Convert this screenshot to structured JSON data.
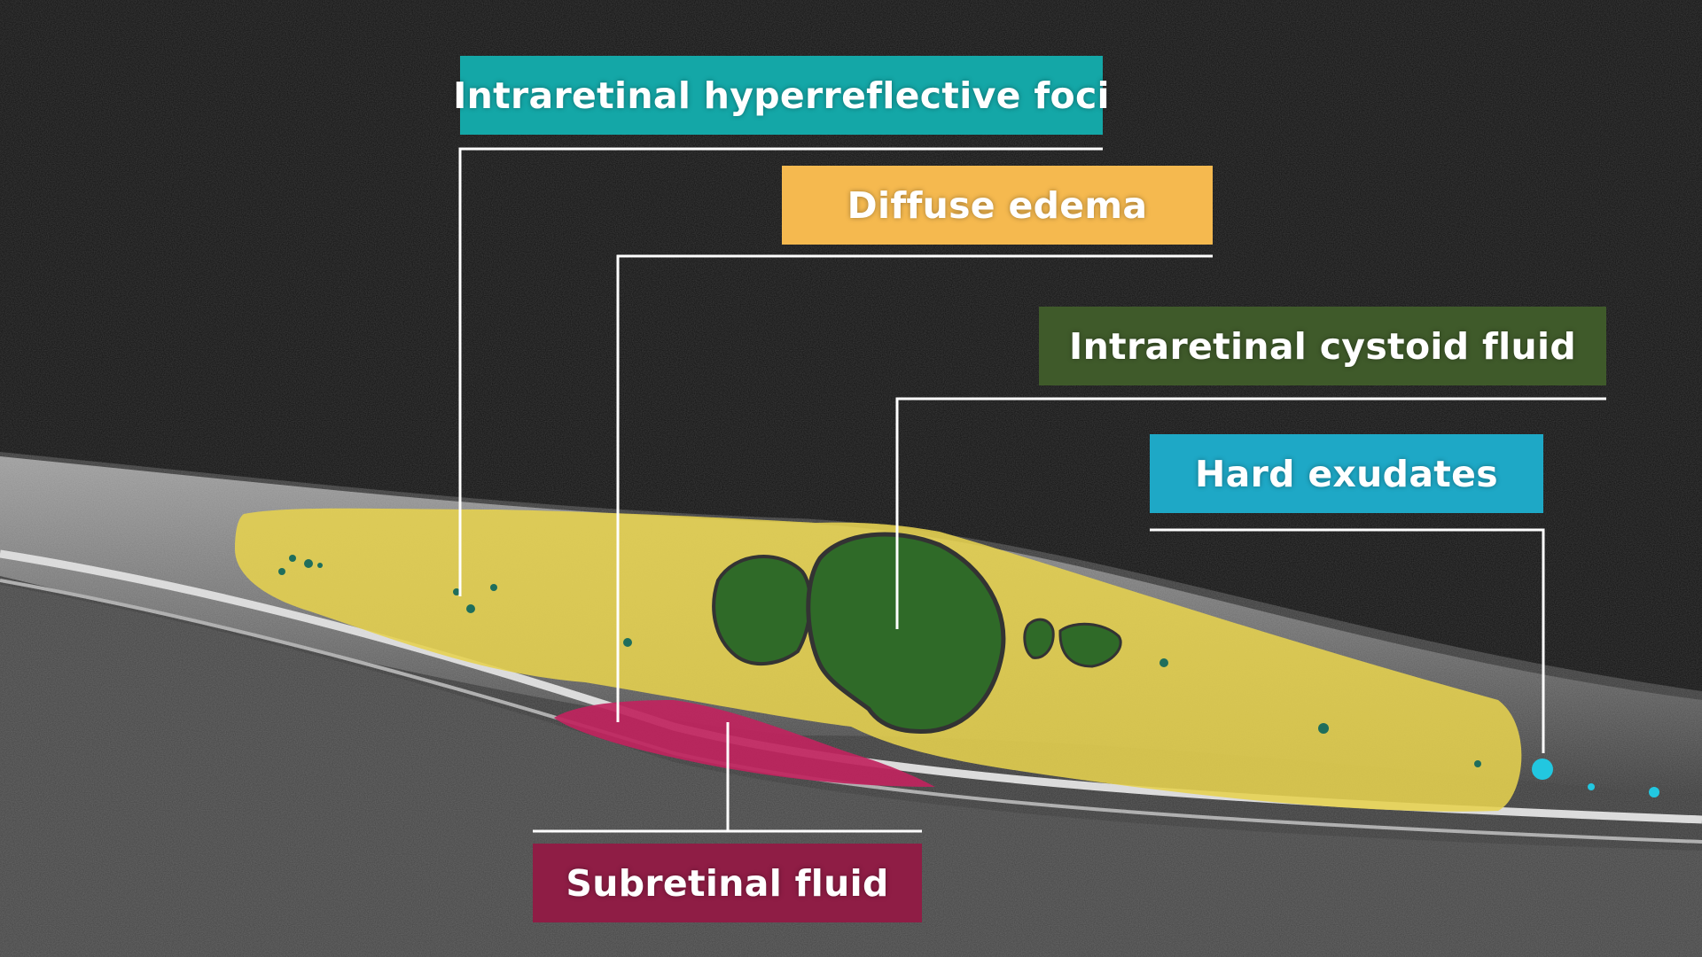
{
  "labels": {
    "foci": "Intraretinal hyperreflective foci",
    "edema": "Diffuse edema",
    "cystoid": "Intraretinal cystoid fluid",
    "exudates": "Hard exudates",
    "subretinal": "Subretinal fluid"
  },
  "colors": {
    "foci": "#14a7a7",
    "edema": "#f5b94f",
    "cystoid": "#3f5a2a",
    "exudates": "#1ea8c6",
    "subretinal": "#8f1d45",
    "edema_overlay": "#e6d24e",
    "cystoid_overlay": "#2f6a28",
    "subretinal_overlay": "#c0245e",
    "leader_line": "#ffffff"
  }
}
